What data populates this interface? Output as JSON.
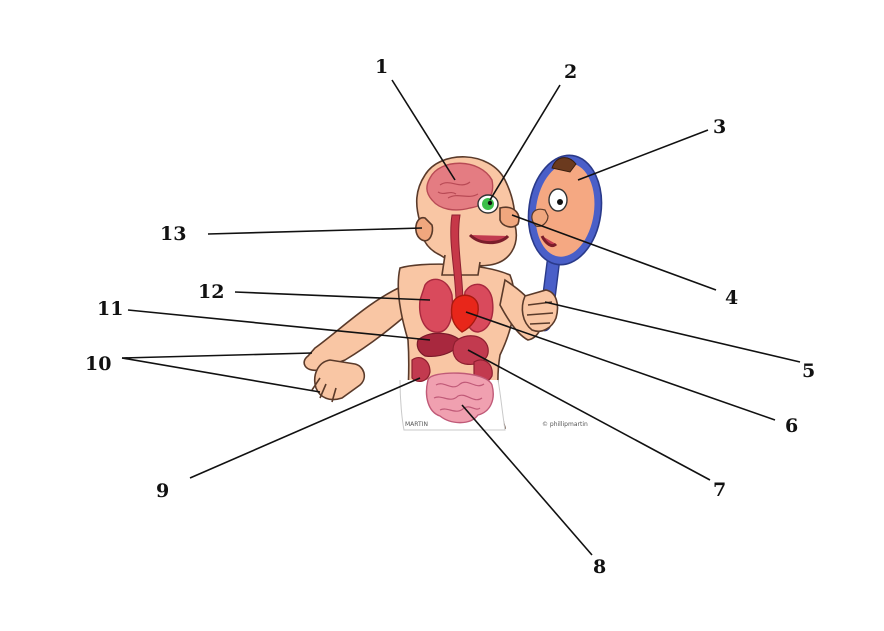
{
  "labels": [
    "1",
    "2",
    "3",
    "4",
    "5",
    "6",
    "7",
    "8",
    "9",
    "10",
    "11",
    "12",
    "13"
  ],
  "credits": {
    "artist": "MARTIN",
    "copyright": "© phillipmartin"
  },
  "colors": {
    "skin": "#f9c6a4",
    "skin_dark": "#f0a77e",
    "organ": "#d94a5c",
    "organ_dark": "#a8283e",
    "heart": "#e8261a",
    "brain": "#e47c82",
    "intestine": "#f0a0b0",
    "mirror_frame": "#4a5fc8",
    "eye": "#3bbf4a"
  }
}
